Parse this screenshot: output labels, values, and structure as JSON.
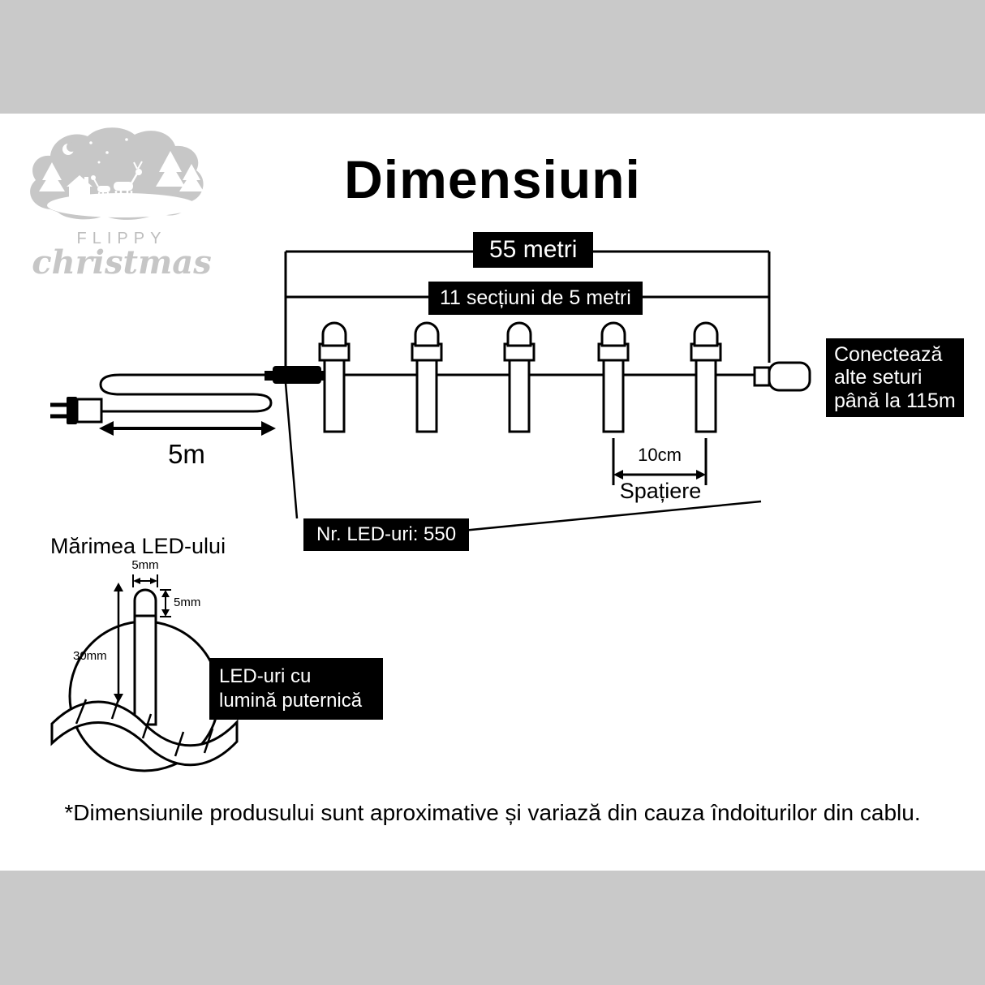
{
  "page": {
    "title": "Dimensiuni",
    "footnote": "*Dimensiunile produsului sunt aproximative și variază din cauza îndoiturilor din cablu."
  },
  "logo": {
    "brand_line1": "FLIPPY",
    "brand_line2": "christmas"
  },
  "diagram": {
    "total_length": "55 metri",
    "sections": "11 secțiuni de 5 metri",
    "lead_length": "5m",
    "connect_note": "Conectează alte seturi până la 115m",
    "spacing_value": "10cm",
    "spacing_label": "Spațiere",
    "led_count": "Nr. LED-uri: 550"
  },
  "led_size": {
    "title": "Mărimea LED-ului",
    "bulb_width": "5mm",
    "bulb_cap_height": "5mm",
    "bulb_height": "30mm",
    "callout": "LED-uri cu lumină puternică"
  },
  "colors": {
    "band": "#c9c9c9",
    "ink": "#000000",
    "box_bg": "#000000",
    "box_text": "#ffffff"
  }
}
